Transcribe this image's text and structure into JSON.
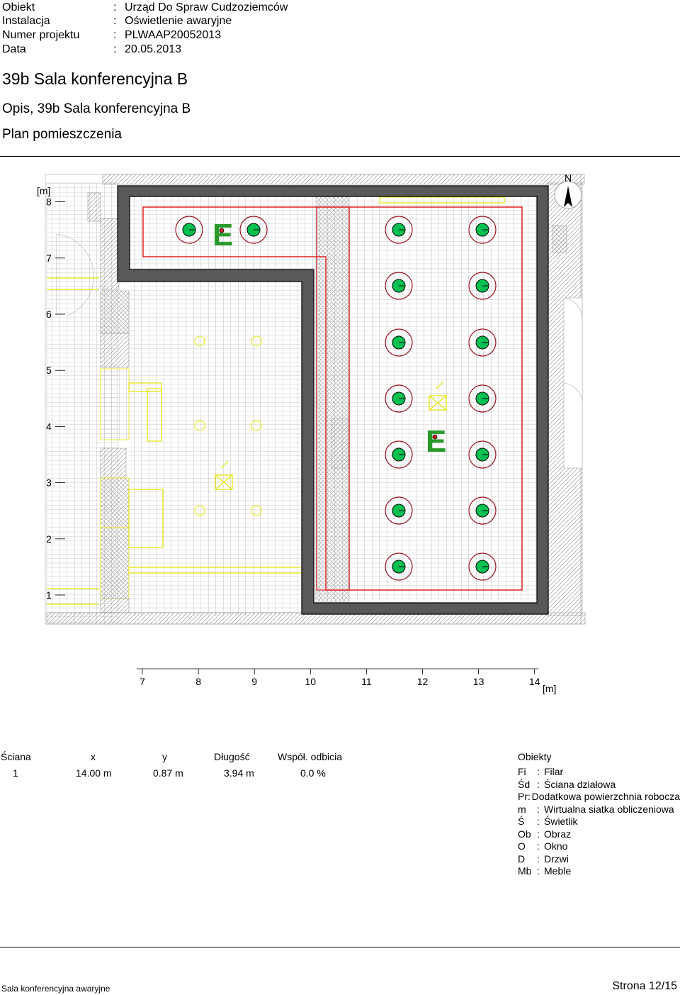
{
  "header": {
    "rows": [
      {
        "label": "Obiekt",
        "value": "Urząd Do Spraw Cudzoziemców"
      },
      {
        "label": "Instalacja",
        "value": "Oświetlenie awaryjne"
      },
      {
        "label": "Numer projektu",
        "value": "PLWAAP20052013"
      },
      {
        "label": "Data",
        "value": "20.05.2013"
      }
    ],
    "colon": ":"
  },
  "room_title": "39b Sala konferencyjna B",
  "description_title": "Opis, 39b Sala konferencyjna B",
  "plan_title": "Plan pomieszczenia",
  "plan": {
    "unit_label": "[m]",
    "y_ticks": [
      "8",
      "7",
      "6",
      "5",
      "4",
      "3",
      "2",
      "1"
    ],
    "x_ticks": [
      "7",
      "8",
      "9",
      "10",
      "11",
      "12",
      "13",
      "14"
    ],
    "x_unit_label": "[m]",
    "north_label": "N",
    "emergency_sign_letter": "E",
    "colors": {
      "wall": "#595959",
      "wall_outline": "#000000",
      "calc_area": "#e02020",
      "luminaire_fill": "#00c050",
      "luminaire_ring": "#a01020",
      "exit_sign": "#2a9a2a",
      "furniture": "#e6e600",
      "grid": "#808080",
      "hatch": "#909090"
    }
  },
  "walls_table": {
    "columns": [
      "Ściana",
      "x",
      "y",
      "Długość",
      "Współ. odbicia"
    ],
    "rows": [
      {
        "id": "1",
        "x": "14.00 m",
        "y": "0.87 m",
        "length": "3.94 m",
        "reflectance": "0.0 %"
      }
    ]
  },
  "objects": {
    "title": "Obiekty",
    "items": [
      {
        "code": "Fi",
        "sep": ":",
        "desc": "Filar"
      },
      {
        "code": "Śd",
        "sep": ":",
        "desc": "Ściana działowa"
      },
      {
        "code": "Pr",
        "sep": ":",
        "desc": "Dodatkowa powierzchnia robocza"
      },
      {
        "code": "m",
        "sep": ":",
        "desc": "Wirtualna siatka obliczeniowa"
      },
      {
        "code": "Ś",
        "sep": ":",
        "desc": "Świetlik"
      },
      {
        "code": "Ob",
        "sep": ":",
        "desc": "Obraz"
      },
      {
        "code": "O",
        "sep": ":",
        "desc": "Okno"
      },
      {
        "code": "D",
        "sep": ":",
        "desc": "Drzwi"
      },
      {
        "code": "Mb",
        "sep": ":",
        "desc": "Meble"
      }
    ]
  },
  "footer": {
    "left": "Sala konferencyjna awaryjne",
    "right": "Strona 12/15"
  }
}
